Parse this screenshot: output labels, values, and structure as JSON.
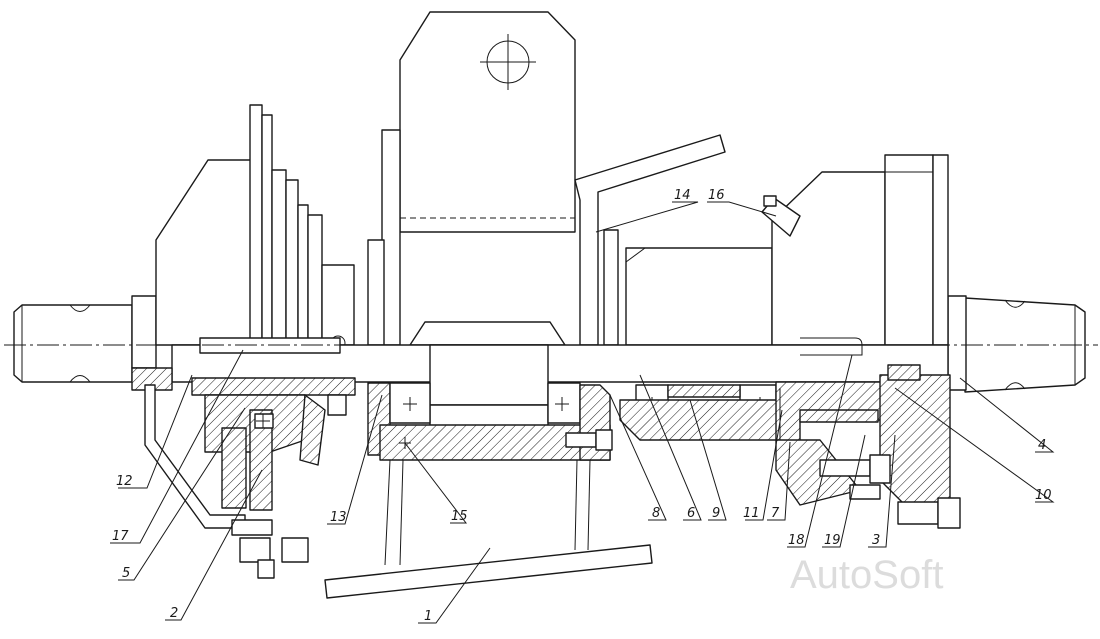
{
  "callouts": {
    "c1": "1",
    "c2": "2",
    "c3": "3",
    "c4": "4",
    "c5": "5",
    "c6": "6",
    "c7": "7",
    "c8": "8",
    "c9": "9",
    "c10": "10",
    "c11": "11",
    "c12": "12",
    "c13": "13",
    "c14": "14",
    "c15": "15",
    "c16": "16",
    "c17": "17",
    "c18": "18",
    "c19": "19"
  },
  "watermark": "AutoSoft"
}
